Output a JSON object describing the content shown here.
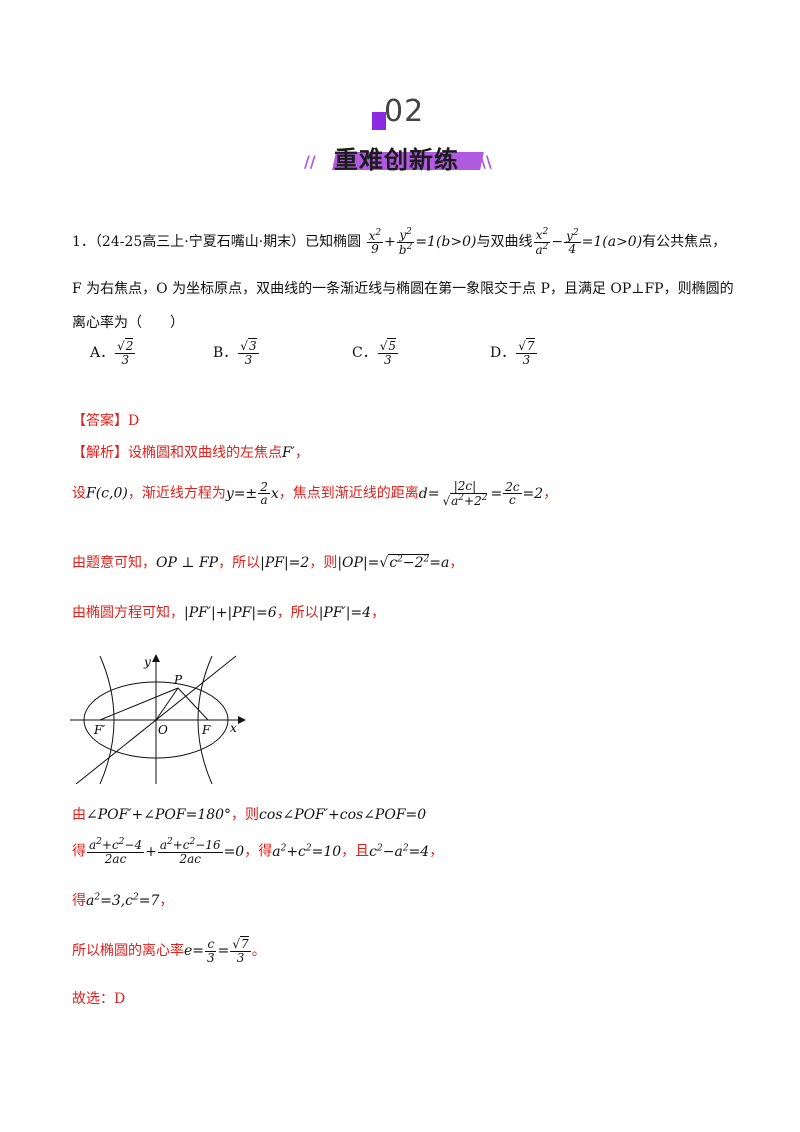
{
  "header": {
    "number": "02",
    "title": "重难创新练",
    "slash_left": "//",
    "slash_right": "\\\\"
  },
  "question": {
    "number": "1．",
    "source": "（24-25高三上·宁夏石嘴山·期末）已知椭圆",
    "after_ellipse": "与双曲线",
    "after_hyperbola": "有公共焦点，",
    "line2": "F 为右焦点，O 为坐标原点，双曲线的一条渐近线与椭圆在第一象限交于点 P，且满足 OP⊥FP，则椭圆的",
    "line3": "离心率为（　　）",
    "options": [
      {
        "label": "A．",
        "rad": "2",
        "den": "3"
      },
      {
        "label": "B．",
        "rad": "3",
        "den": "3"
      },
      {
        "label": "C．",
        "rad": "5",
        "den": "3"
      },
      {
        "label": "D．",
        "rad": "7",
        "den": "3"
      }
    ]
  },
  "answer": {
    "tag": "【答案】",
    "value": "D"
  },
  "analysis": {
    "tag": "【解析】",
    "l1": "设椭圆和双曲线的左焦点",
    "l2a": "设",
    "l2b": "，渐近线方程为",
    "l2c": "，焦点到渐近线的距离",
    "l3a": "由题意可知，",
    "l3b": "，所以",
    "l3c": "，则",
    "l4a": "由椭圆方程可知，",
    "l4b": "，所以",
    "l5a": "由",
    "l5b": "，则",
    "l6a": "得",
    "l6b": "，得",
    "l6c": "，且",
    "l7a": "得",
    "l8a": "所以椭圆的离心率",
    "final": "故选：D"
  },
  "figure": {
    "labels": {
      "y": "y",
      "x": "x",
      "P": "P",
      "F1": "F′",
      "O": "O",
      "F": "F"
    }
  }
}
